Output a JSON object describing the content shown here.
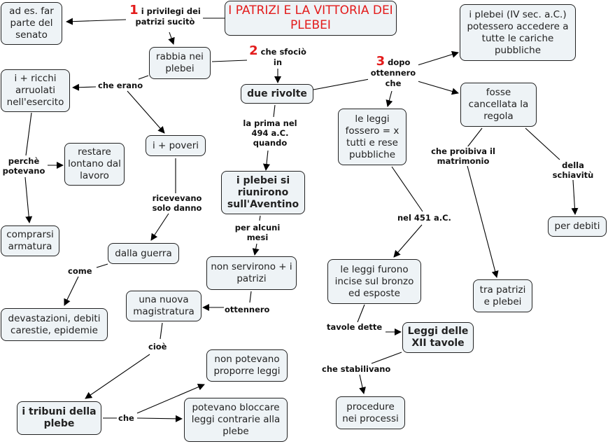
{
  "title": "I PATRIZI E LA VITTORIA DEI PLEBEI",
  "nodes": {
    "title": "I PATRIZI E LA VITTORIA DEI PLEBEI",
    "senato": "ad es. far parte del senato",
    "rabbia": "rabbia nei plebei",
    "ricchi": "i + ricchi arruolati nell'esercito",
    "restare": "restare lontano dal lavoro",
    "comprarsi": "comprarsi armatura",
    "poveri": "i + poveri",
    "guerra": "dalla guerra",
    "devastazioni": "devastazioni, debiti carestie, epidemie",
    "rivolte": "due rivolte",
    "aventino": "i plebei si riunirono sull'Aventino",
    "servirono": "non servirono + i patrizi",
    "magistratura": "una nuova magistratura",
    "tribuni": "i tribuni della plebe",
    "nonproporre": "non potevano proporre leggi",
    "bloccare": "potevano bloccare leggi contrarie alla plebe",
    "cariche": "i plebei (IV sec. a.C.) potessero accedere a tutte le cariche pubbliche",
    "regola": "fosse cancellata la regola",
    "leggiuguali": "le leggi fossero = x tutti e rese pubbliche",
    "bronzo": "le leggi furono incise sul bronzo ed esposte",
    "tavole": "Leggi delle XII tavole",
    "processi": "procedure nei processi",
    "trapatrizi": "tra patrizi e plebei",
    "debiti": "per debiti"
  },
  "links": {
    "privilegi_num": "1",
    "privilegi": "i privilegi dei patrizi sucitò",
    "sfocio_num": "2",
    "sfocio": "che sfociò in",
    "dopo_num": "3",
    "dopo": "dopo ottennero che",
    "cheerano": "che erano",
    "perche": "perchè potevano",
    "ricevevano": "ricevevano solo danno",
    "come": "come",
    "laprima": "la prima nel 494 a.C. quando",
    "peralcuni": "per alcuni mesi",
    "ottennero": "ottennero",
    "cioe": "cioè",
    "che": "che",
    "nel451": "nel 451 a.C.",
    "tavoledette": "tavole dette",
    "chestabilivano": "che stabilivano",
    "proibiva": "che proibiva il matrimonio",
    "schiavitu": "della schiavitù"
  },
  "colors": {
    "node_fill": "#eef3f6",
    "border": "#222222",
    "title_text": "#e31b1b",
    "number": "#e31b1b"
  }
}
